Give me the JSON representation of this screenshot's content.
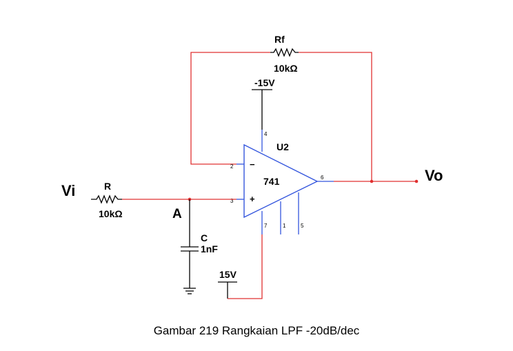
{
  "labels": {
    "rf_name": "Rf",
    "rf_value": "10kΩ",
    "r_name": "R",
    "r_value": "10kΩ",
    "c_name": "C",
    "c_value": "1nF",
    "opamp_ref": "U2",
    "opamp_model": "741",
    "neg_supply": "-15V",
    "pos_supply": "15V",
    "input": "Vi",
    "output": "Vo",
    "node_a": "A",
    "inv_sign": "−",
    "noninv_sign": "+"
  },
  "pins": {
    "p2": "2",
    "p3": "3",
    "p4": "4",
    "p6": "6",
    "p7": "7",
    "p1": "1",
    "p5": "5"
  },
  "caption": "Gambar 219 Rangkaian LPF -20dB/dec",
  "colors": {
    "wire": "#e03030",
    "opamp": "#3355dd",
    "component": "#000000"
  }
}
